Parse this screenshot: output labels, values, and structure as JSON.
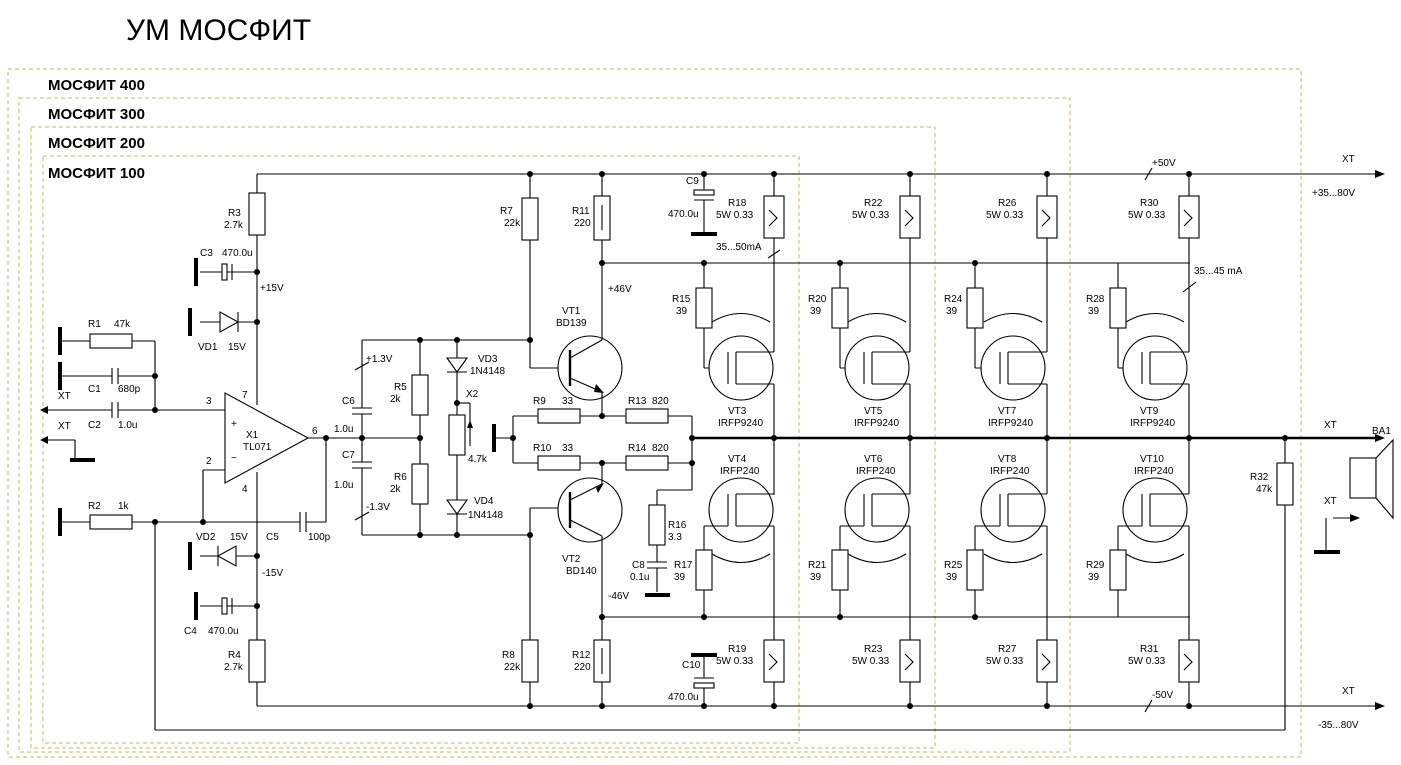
{
  "title": "УМ МОСФИТ",
  "frames": [
    "МОСФИТ 400",
    "МОСФИТ 300",
    "МОСФИТ 200",
    "МОСФИТ 100"
  ],
  "labels": {
    "R1": "R1",
    "R1v": "47k",
    "C1": "C1",
    "C1v": "680p",
    "C2": "C2",
    "C2v": "1.0u",
    "XT1": "XT",
    "XT2": "XT",
    "R2": "R2",
    "R2v": "1k",
    "R3": "R3",
    "R3v": "2.7k",
    "R4": "R4",
    "R4v": "2.7k",
    "C3": "C3",
    "C3v": "470.0u",
    "C4": "C4",
    "C4v": "470.0u",
    "VD1": "VD1",
    "VD1v": "15V",
    "VD2": "VD2",
    "VD2v": "15V",
    "p15": "+15V",
    "m15": "-15V",
    "X1": "X1",
    "X1v": "TL071",
    "pin7": "7",
    "pin3": "3",
    "pin2": "2",
    "pin6": "6",
    "pin4": "4",
    "C5": "C5",
    "C5v": "100p",
    "C6": "C6",
    "C6v": "1.0u",
    "C7": "C7",
    "C7v": "1.0u",
    "p13": "+1.3V",
    "m13": "-1.3V",
    "R5": "R5",
    "R5v": "2k",
    "R6": "R6",
    "R6v": "2k",
    "VD3": "VD3",
    "VD3v": "1N4148",
    "VD4": "VD4",
    "VD4v": "1N4148",
    "X2": "X2",
    "X2v": "4.7k",
    "R7": "R7",
    "R7v": "22k",
    "R8": "R8",
    "R8v": "22k",
    "R11": "R11",
    "R11v": "220",
    "R12": "R12",
    "R12v": "220",
    "VT1": "VT1",
    "VT1v": "BD139",
    "VT2": "VT2",
    "VT2v": "BD140",
    "p46": "+46V",
    "m46": "-46V",
    "R9": "R9",
    "R9v": "33",
    "R10": "R10",
    "R10v": "33",
    "R13": "R13",
    "R13v": "820",
    "R14": "R14",
    "R14v": "820",
    "R16": "R16",
    "R16v": "3.3",
    "C8": "C8",
    "C8v": "0.1u",
    "R17": "R17",
    "R17v": "39",
    "C9": "C9",
    "C9v": "470.0u",
    "C10": "C10",
    "C10v": "470.0u",
    "R18": "R18",
    "R19": "R19",
    "R22": "R22",
    "R23": "R23",
    "R26": "R26",
    "R27": "R27",
    "R30": "R30",
    "R31": "R31",
    "sw": "5W 0.33",
    "ma1": "35...50mA",
    "ma2": "35...45 mA",
    "R15": "R15",
    "R20": "R20",
    "R24": "R24",
    "R28": "R28",
    "R21": "R21",
    "R25": "R25",
    "R29": "R29",
    "r39": "39",
    "VT3": "VT3",
    "VT5": "VT5",
    "VT7": "VT7",
    "VT9": "VT9",
    "VT4": "VT4",
    "VT6": "VT6",
    "VT8": "VT8",
    "VT10": "VT10",
    "pch": "IRFP9240",
    "nch": "IRFP240",
    "p50": "+50V",
    "m50": "-50V",
    "XT3": "XT",
    "XT4": "XT",
    "XT5": "XT",
    "XT6": "XT",
    "pr": "+35...80V",
    "mr": "-35...80V",
    "R32": "R32",
    "R32v": "47k",
    "BA1": "BA1"
  }
}
